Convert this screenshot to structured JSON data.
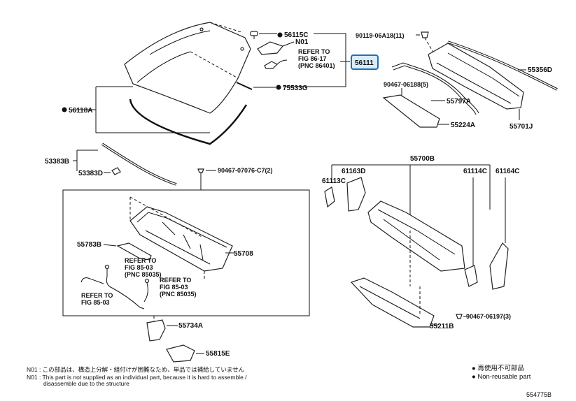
{
  "callouts": {
    "c56115C": "56115C",
    "cN01": "N01",
    "c56111": "56111",
    "c75533G": "75533G",
    "c56118A": "56118A",
    "c53383B": "53383B",
    "c53383D": "53383D",
    "c90467_07076": "90467-07076-C7(2)",
    "c55708": "55708",
    "c55783B": "55783B",
    "c55734A": "55734A",
    "c55815E": "55815E",
    "c90119": "90119-06A18(11)",
    "c55356D": "55356D",
    "c90467_06188": "90467-06188(5)",
    "c55797A": "55797A",
    "c55224A": "55224A",
    "c55701J": "55701J",
    "c55700B": "55700B",
    "c61163D": "61163D",
    "c61113C": "61113C",
    "c61114C": "61114C",
    "c61164C": "61164C",
    "c90467_06197": "90467-06197(3)",
    "c55211B": "55211B"
  },
  "refs": {
    "r1_l1": "REFER TO",
    "r1_l2": "FIG 86-17",
    "r1_l3": "(PNC 86401)",
    "r2_l1": "REFER TO",
    "r2_l2": "FIG 85-03",
    "r2_l3": "(PNC 85035)",
    "r3_l1": "REFER TO",
    "r3_l2": "FIG 85-03",
    "r3_l3": "(PNC 85035)",
    "r4_l1": "REFER TO",
    "r4_l2": "FIG 85-03"
  },
  "footer": {
    "n01_jp": "N01 : この部品は、構造上分解・組付けが困難なため、単品では補給していません",
    "n01_en_1": "N01 : This part is not supplied as an individual part, because it is hard to assemble /",
    "n01_en_2": "disassemble due to the structure",
    "legend_jp": "● 再使用不可部品",
    "legend_en": "● Non-reusable part",
    "diagram_id": "554775B"
  },
  "colors": {
    "highlight_fill": "#d9ecf9",
    "highlight_stroke": "#1f6fb2"
  }
}
